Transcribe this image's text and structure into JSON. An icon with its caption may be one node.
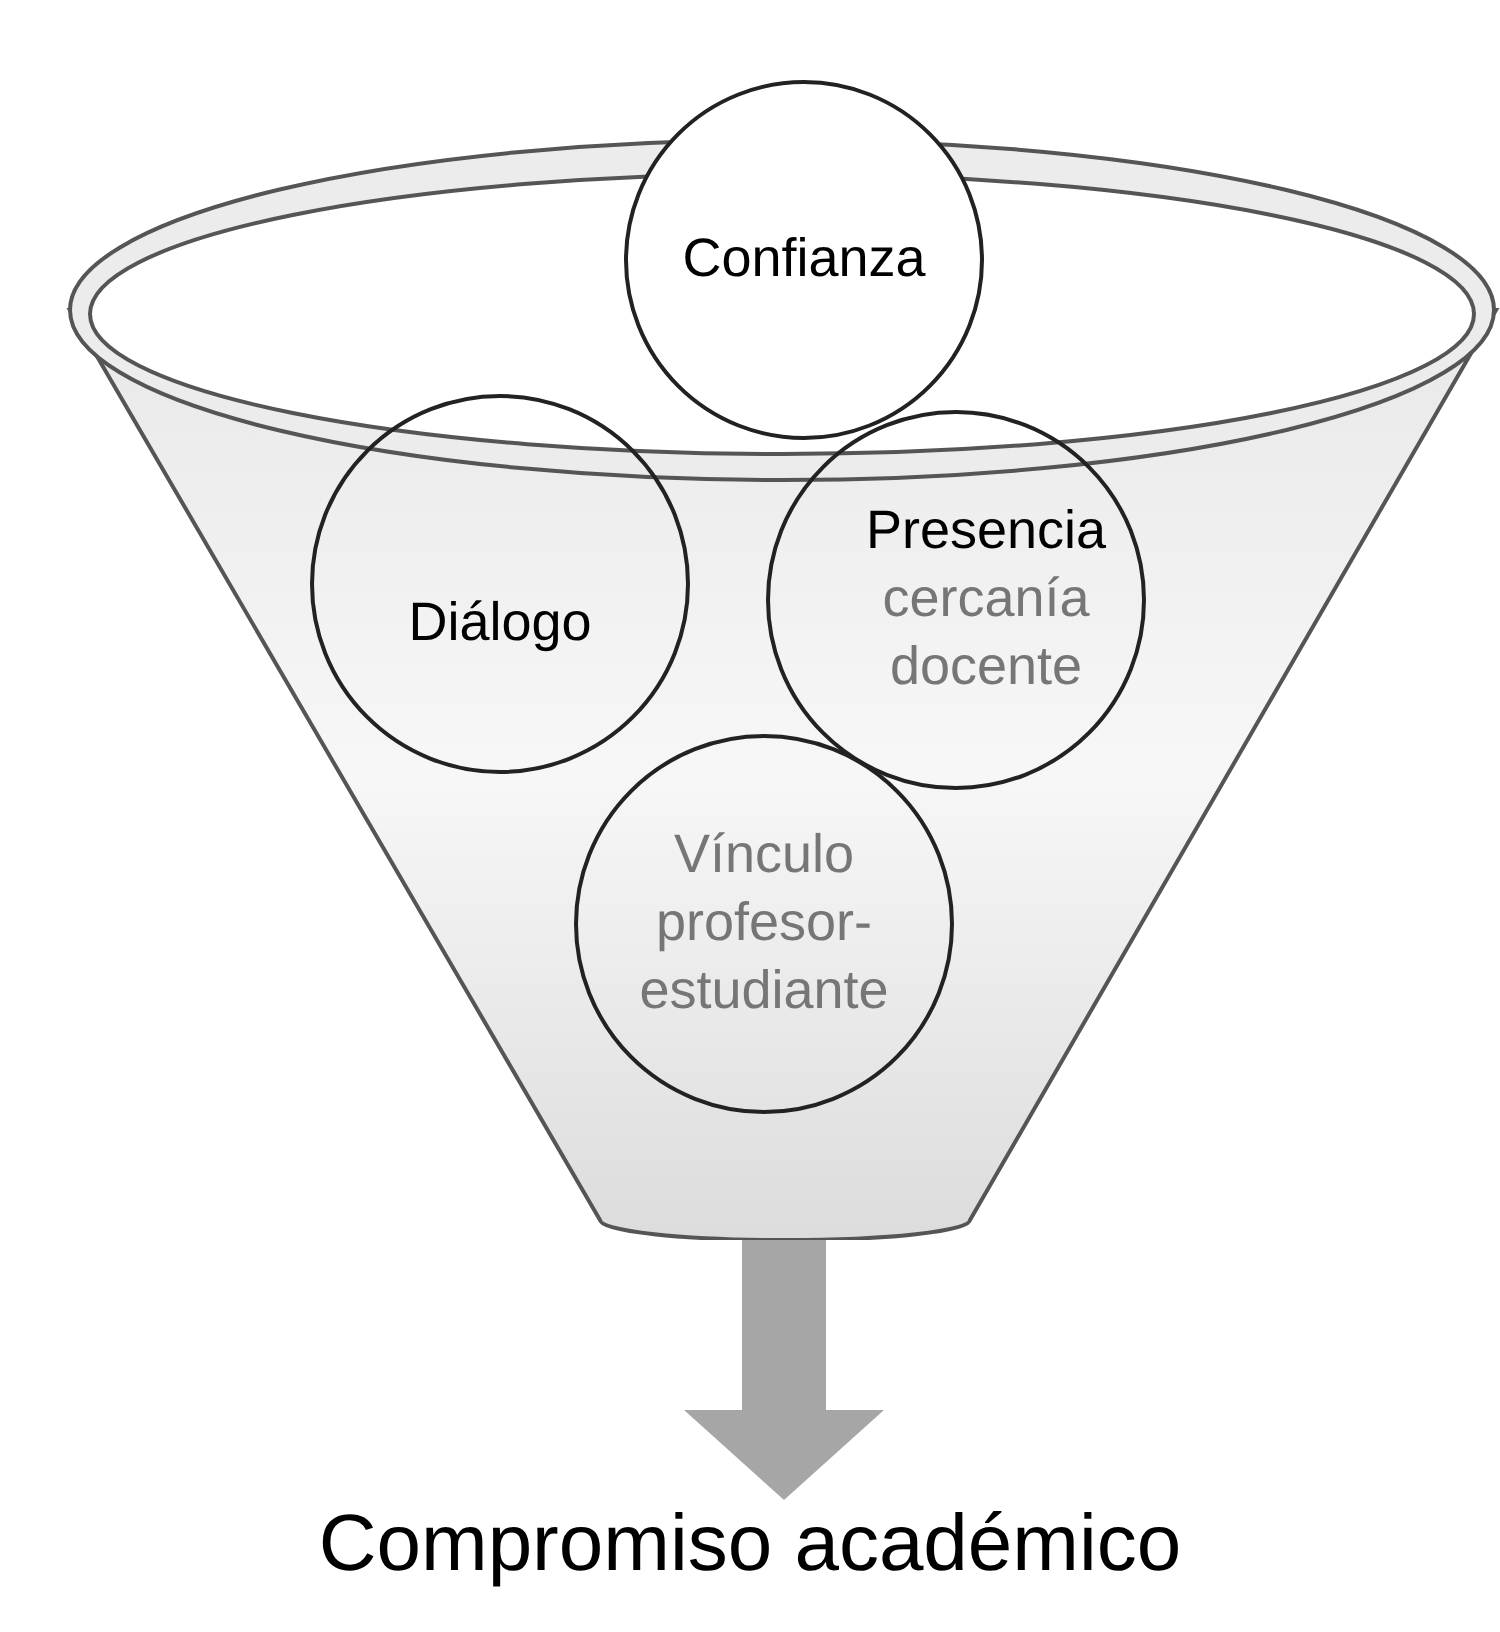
{
  "diagram": {
    "nodes": [
      {
        "text": [],
        "shape": "funnel"
      },
      {
        "text": [
          "Confianza"
        ]
      },
      {
        "text": [
          "Diálogo"
        ],
        "in": 0
      },
      {
        "text": [
          "Presencia",
          "cercanía docente"
        ],
        "in": 0
      },
      {
        "text": [
          "Vínculo profesor-estudiante"
        ],
        "in": 0
      },
      {
        "text": [
          "Compromiso académico"
        ]
      }
    ],
    "edges": [
      {
        "from": 0,
        "to": 5,
        "arrow": "to",
        "color": "#a6a6a6"
      }
    ]
  }
}
